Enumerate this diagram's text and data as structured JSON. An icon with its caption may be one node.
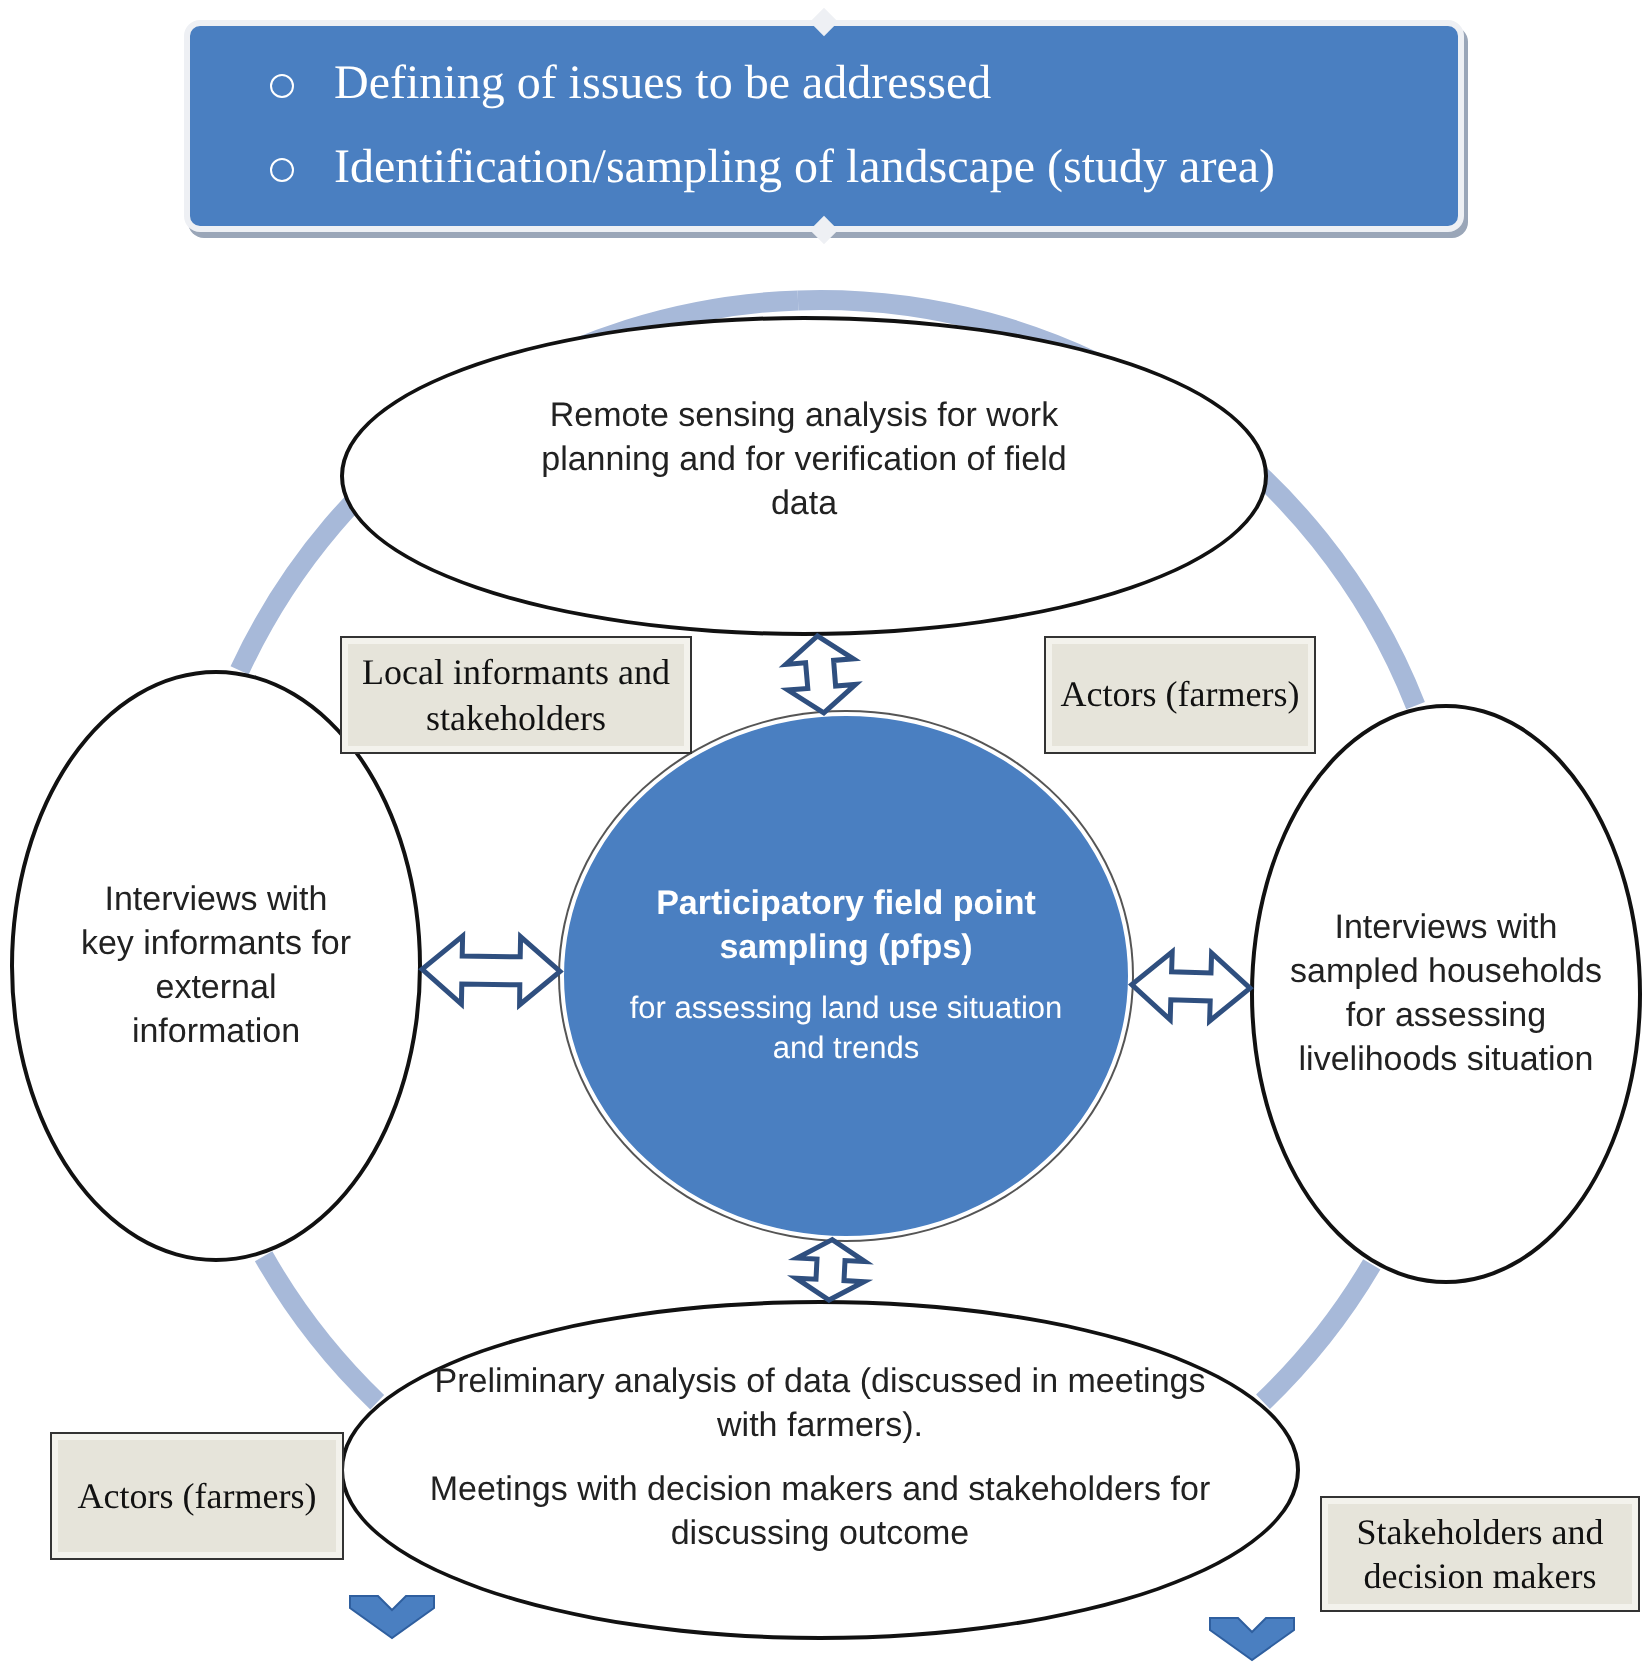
{
  "diagram": {
    "nodes": [
      {
        "text": [
          "Defining of issues to be addressed",
          "Identification/sampling of landscape (study area)"
        ]
      },
      {
        "text": [
          "Remote sensing analysis for work planning and for verification of field data"
        ]
      },
      {
        "text": [
          "Interviews with key informants for external information"
        ]
      },
      {
        "text": [
          "Participatory field point sampling (pfps)",
          "for assessing land use situation and trends"
        ]
      },
      {
        "text": [
          "Interviews with sampled households for assessing livelihoods situation"
        ]
      },
      {
        "text": [
          "Preliminary analysis of data (discussed in meetings with farmers).",
          "Meetings with decision makers and stakeholders for discussing outcome"
        ]
      },
      {
        "text": [
          "Local informants and stakeholders"
        ]
      },
      {
        "text": [
          "Actors (farmers)"
        ]
      },
      {
        "text": [
          "Actors (farmers)"
        ]
      },
      {
        "text": [
          "Stakeholders and decision makers"
        ]
      }
    ],
    "edges": [
      {
        "from": 1,
        "to": 3,
        "arrow": "both"
      },
      {
        "from": 2,
        "to": 3,
        "arrow": "both"
      },
      {
        "from": 3,
        "to": 4,
        "arrow": "both"
      },
      {
        "from": 3,
        "to": 5,
        "arrow": "both"
      },
      {
        "from": 1,
        "to": 4,
        "arrow": "none",
        "color": "#a7b9d9"
      },
      {
        "from": 4,
        "to": 5,
        "arrow": "none",
        "color": "#a7b9d9"
      },
      {
        "from": 5,
        "to": 2,
        "arrow": "none",
        "color": "#a7b9d9"
      },
      {
        "from": 2,
        "to": 1,
        "arrow": "none",
        "color": "#a7b9d9"
      }
    ]
  }
}
